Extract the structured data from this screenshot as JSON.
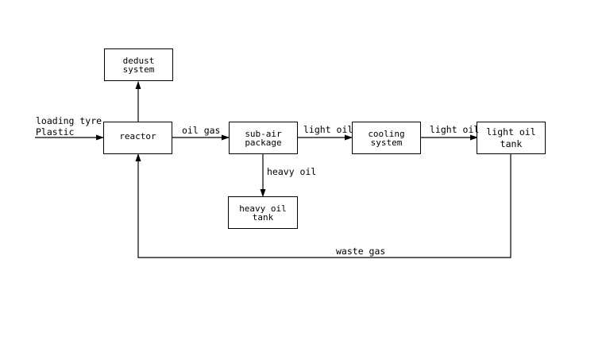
{
  "diagram": {
    "boxes": {
      "dedust": [
        "dedust system"
      ],
      "reactor": [
        "reactor"
      ],
      "subair": [
        "sub-air",
        "package"
      ],
      "cooling": [
        "cooling",
        "system"
      ],
      "lighttank": [
        "light oil",
        "tank"
      ],
      "heavytank": [
        "heavy oil tank"
      ]
    },
    "labels": {
      "input_line1": "loading tyre",
      "input_line2": "Plastic",
      "oil_gas": "oil gas",
      "light_oil_1": "light oil",
      "light_oil_2": "light oil",
      "heavy_oil": "heavy oil",
      "waste_gas": "waste gas"
    },
    "colors": {
      "line": "#000000",
      "background": "#ffffff"
    }
  }
}
